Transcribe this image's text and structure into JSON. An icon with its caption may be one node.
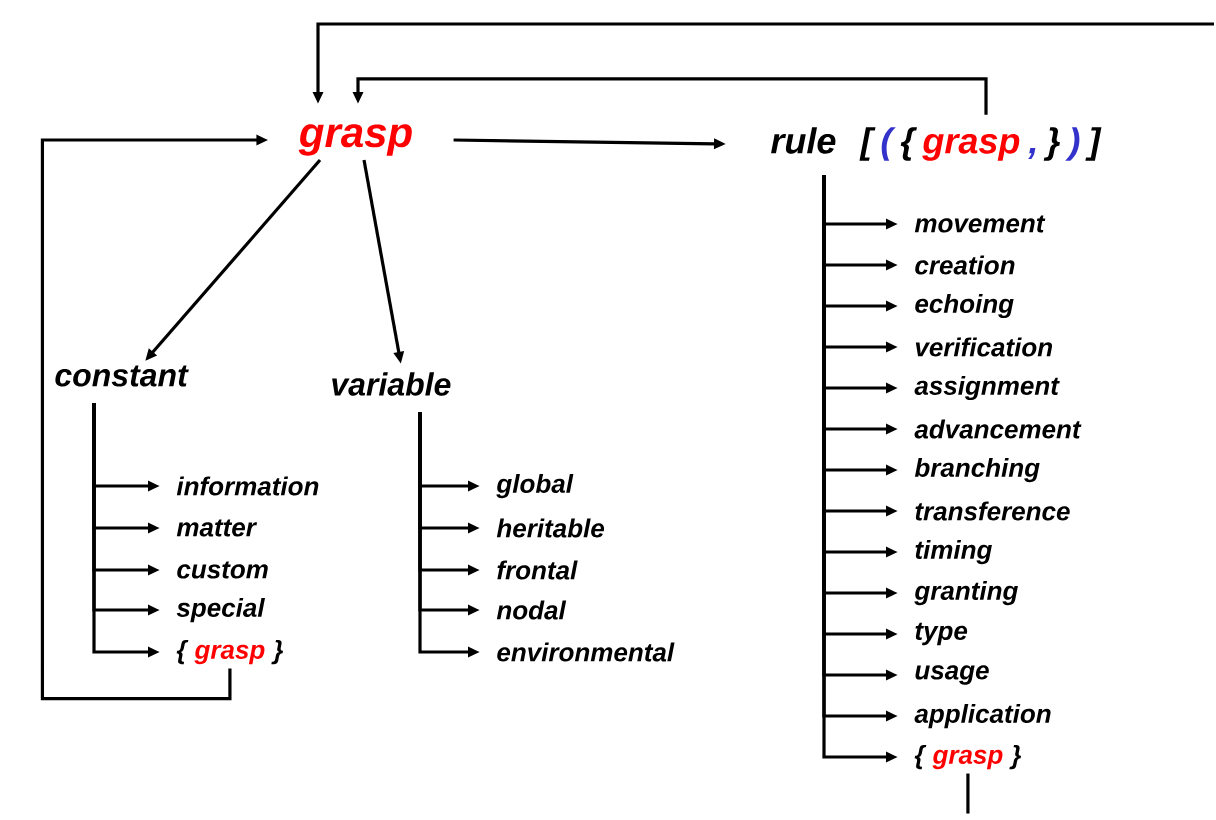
{
  "diagram": {
    "nodes": [
      {
        "text": [
          "grasp"
        ]
      },
      {
        "text": [
          "rule",
          "[",
          "(",
          "{",
          "grasp",
          ",",
          "}",
          ")",
          "]"
        ]
      },
      {
        "text": [
          "constant"
        ]
      },
      {
        "text": [
          "variable"
        ]
      },
      {
        "text": [
          "information"
        ]
      },
      {
        "text": [
          "matter"
        ]
      },
      {
        "text": [
          "custom"
        ]
      },
      {
        "text": [
          "special"
        ]
      },
      {
        "text": [
          "{",
          "grasp",
          "}"
        ]
      },
      {
        "text": [
          "global"
        ]
      },
      {
        "text": [
          "heritable"
        ]
      },
      {
        "text": [
          "frontal"
        ]
      },
      {
        "text": [
          "nodal"
        ]
      },
      {
        "text": [
          "environmental"
        ]
      },
      {
        "text": [
          "movement"
        ]
      },
      {
        "text": [
          "creation"
        ]
      },
      {
        "text": [
          "echoing"
        ]
      },
      {
        "text": [
          "verification"
        ]
      },
      {
        "text": [
          "assignment"
        ]
      },
      {
        "text": [
          "advancement"
        ]
      },
      {
        "text": [
          "branching"
        ]
      },
      {
        "text": [
          "transference"
        ]
      },
      {
        "text": [
          "timing"
        ]
      },
      {
        "text": [
          "granting"
        ]
      },
      {
        "text": [
          "type"
        ]
      },
      {
        "text": [
          "usage"
        ]
      },
      {
        "text": [
          "application"
        ]
      },
      {
        "text": [
          "{",
          "grasp",
          "}"
        ]
      }
    ],
    "edges": [
      {
        "from": 0,
        "to": 1,
        "arrow": "to"
      },
      {
        "from": 0,
        "to": 2,
        "arrow": "to"
      },
      {
        "from": 0,
        "to": 3,
        "arrow": "to"
      },
      {
        "from": 2,
        "to": 4,
        "arrow": "to"
      },
      {
        "from": 2,
        "to": 5,
        "arrow": "to"
      },
      {
        "from": 2,
        "to": 6,
        "arrow": "to"
      },
      {
        "from": 2,
        "to": 7,
        "arrow": "to"
      },
      {
        "from": 2,
        "to": 8,
        "arrow": "to"
      },
      {
        "from": 3,
        "to": 9,
        "arrow": "to"
      },
      {
        "from": 3,
        "to": 10,
        "arrow": "to"
      },
      {
        "from": 3,
        "to": 11,
        "arrow": "to"
      },
      {
        "from": 3,
        "to": 12,
        "arrow": "to"
      },
      {
        "from": 3,
        "to": 13,
        "arrow": "to"
      },
      {
        "from": 1,
        "to": 14,
        "arrow": "to"
      },
      {
        "from": 1,
        "to": 15,
        "arrow": "to"
      },
      {
        "from": 1,
        "to": 16,
        "arrow": "to"
      },
      {
        "from": 1,
        "to": 17,
        "arrow": "to"
      },
      {
        "from": 1,
        "to": 18,
        "arrow": "to"
      },
      {
        "from": 1,
        "to": 19,
        "arrow": "to"
      },
      {
        "from": 1,
        "to": 20,
        "arrow": "to"
      },
      {
        "from": 1,
        "to": 21,
        "arrow": "to"
      },
      {
        "from": 1,
        "to": 22,
        "arrow": "to"
      },
      {
        "from": 1,
        "to": 23,
        "arrow": "to"
      },
      {
        "from": 1,
        "to": 24,
        "arrow": "to"
      },
      {
        "from": 1,
        "to": 25,
        "arrow": "to"
      },
      {
        "from": 1,
        "to": 26,
        "arrow": "to"
      },
      {
        "from": 1,
        "to": 27,
        "arrow": "to"
      },
      {
        "from": 8,
        "to": 0,
        "arrow": "to"
      },
      {
        "from": 1,
        "to": 0,
        "arrow": "to"
      },
      {
        "from": 27,
        "to": null,
        "arrow": "none"
      },
      {
        "from": null,
        "to": 0,
        "arrow": "to"
      }
    ]
  }
}
